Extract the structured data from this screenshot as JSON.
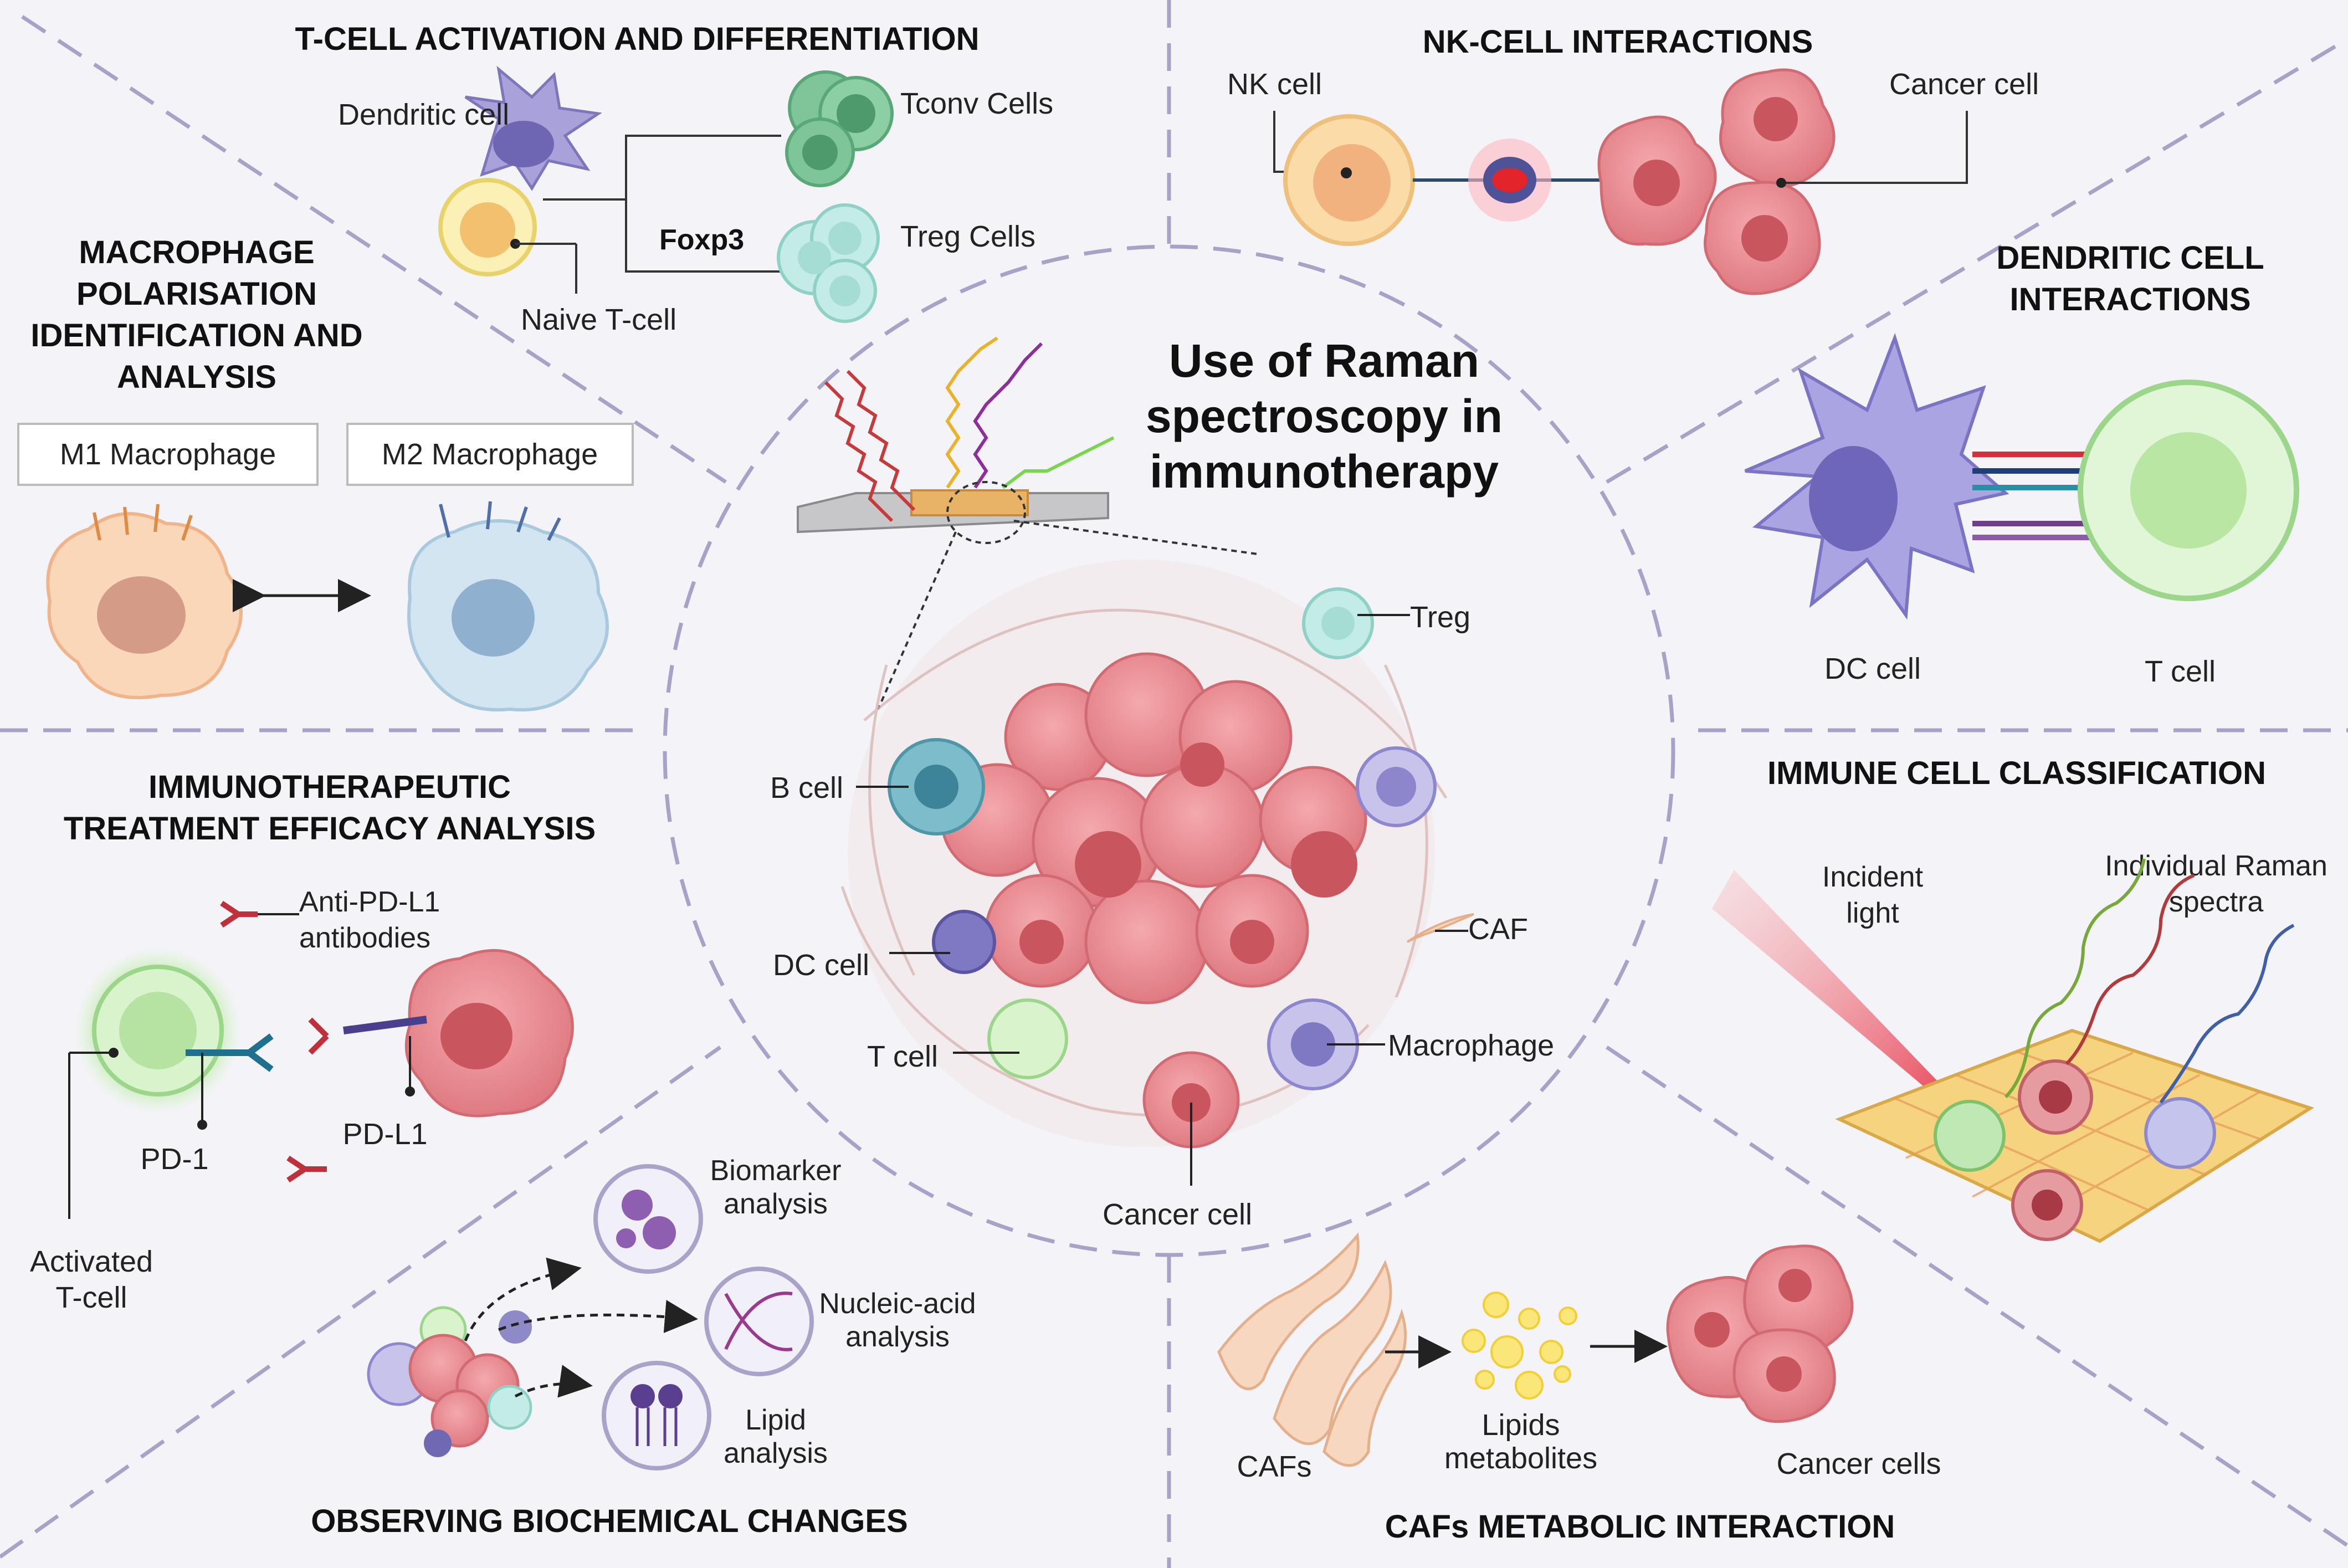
{
  "center": {
    "title_lines": [
      "Use of Raman",
      "spectroscopy in",
      "immunotherapy"
    ],
    "labels": {
      "treg": "Treg",
      "b_cell": "B cell",
      "caf": "CAF",
      "dc_cell": "DC cell",
      "t_cell": "T cell",
      "macrophage": "Macrophage",
      "cancer_cell": "Cancer cell"
    }
  },
  "tcell_activation": {
    "title": "T-CELL ACTIVATION AND DIFFERENTIATION",
    "dendritic_cell": "Dendritic cell",
    "naive_tcell": "Naive T-cell",
    "foxp3": "Foxp3",
    "tconv": "Tconv Cells",
    "treg": "Treg Cells"
  },
  "nk_cell": {
    "title": "NK-CELL INTERACTIONS",
    "nk_label": "NK cell",
    "cancer_label": "Cancer cell"
  },
  "macrophage": {
    "title_lines": [
      "MACROPHAGE",
      "POLARISATION",
      "IDENTIFICATION AND",
      "ANALYSIS"
    ],
    "m1": "M1 Macrophage",
    "m2": "M2 Macrophage"
  },
  "dendritic": {
    "title_lines": [
      "DENDRITIC CELL",
      "INTERACTIONS"
    ],
    "dc_label": "DC cell",
    "t_label": "T cell"
  },
  "immunotherapeutic": {
    "title_lines": [
      "IMMUNOTHERAPEUTIC",
      "TREATMENT EFFICACY ANALYSIS"
    ],
    "antibody_lines": [
      "Anti-PD-L1",
      "antibodies"
    ],
    "pd1": "PD-1",
    "pdl1": "PD-L1",
    "activated_lines": [
      "Activated",
      "T-cell"
    ]
  },
  "classification": {
    "title": "IMMUNE CELL CLASSIFICATION",
    "incident_lines": [
      "Incident",
      "light"
    ],
    "spectra_lines": [
      "Individual Raman",
      "spectra"
    ]
  },
  "biochemical": {
    "title": "OBSERVING BIOCHEMICAL CHANGES",
    "biomarker_lines": [
      "Biomarker",
      "analysis"
    ],
    "nucleic_lines": [
      "Nucleic-acid",
      "analysis"
    ],
    "lipid_lines": [
      "Lipid",
      "analysis"
    ]
  },
  "cafs": {
    "title": "CAFs METABOLIC INTERACTION",
    "cafs_label": "CAFs",
    "lipids_lines": [
      "Lipids",
      "metabolites"
    ],
    "cancer_label": "Cancer cells"
  },
  "colors": {
    "divider": "#a6a2c8",
    "cancer": "#e8848a",
    "tcell": "#bde5b0",
    "dc": "#a9a3da",
    "treg": "#b6e3dd",
    "bcell": "#6fb4c4"
  }
}
